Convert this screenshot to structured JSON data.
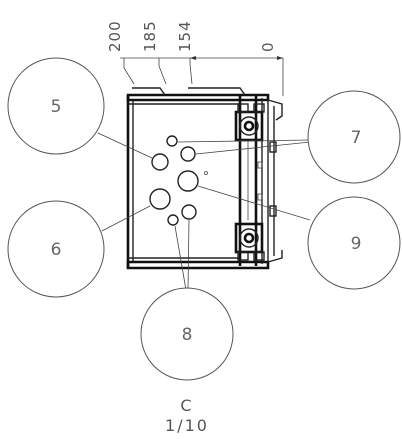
{
  "dimensions": {
    "labels": [
      "200",
      "185",
      "154",
      "0"
    ]
  },
  "callouts": [
    {
      "id": "5",
      "label": "5"
    },
    {
      "id": "6",
      "label": "6"
    },
    {
      "id": "7",
      "label": "7"
    },
    {
      "id": "8",
      "label": "8"
    },
    {
      "id": "9",
      "label": "9"
    }
  ],
  "view": {
    "name": "C",
    "scale": "1/10"
  },
  "colors": {
    "line": "#222222",
    "text": "#555555",
    "background": "#ffffff"
  }
}
